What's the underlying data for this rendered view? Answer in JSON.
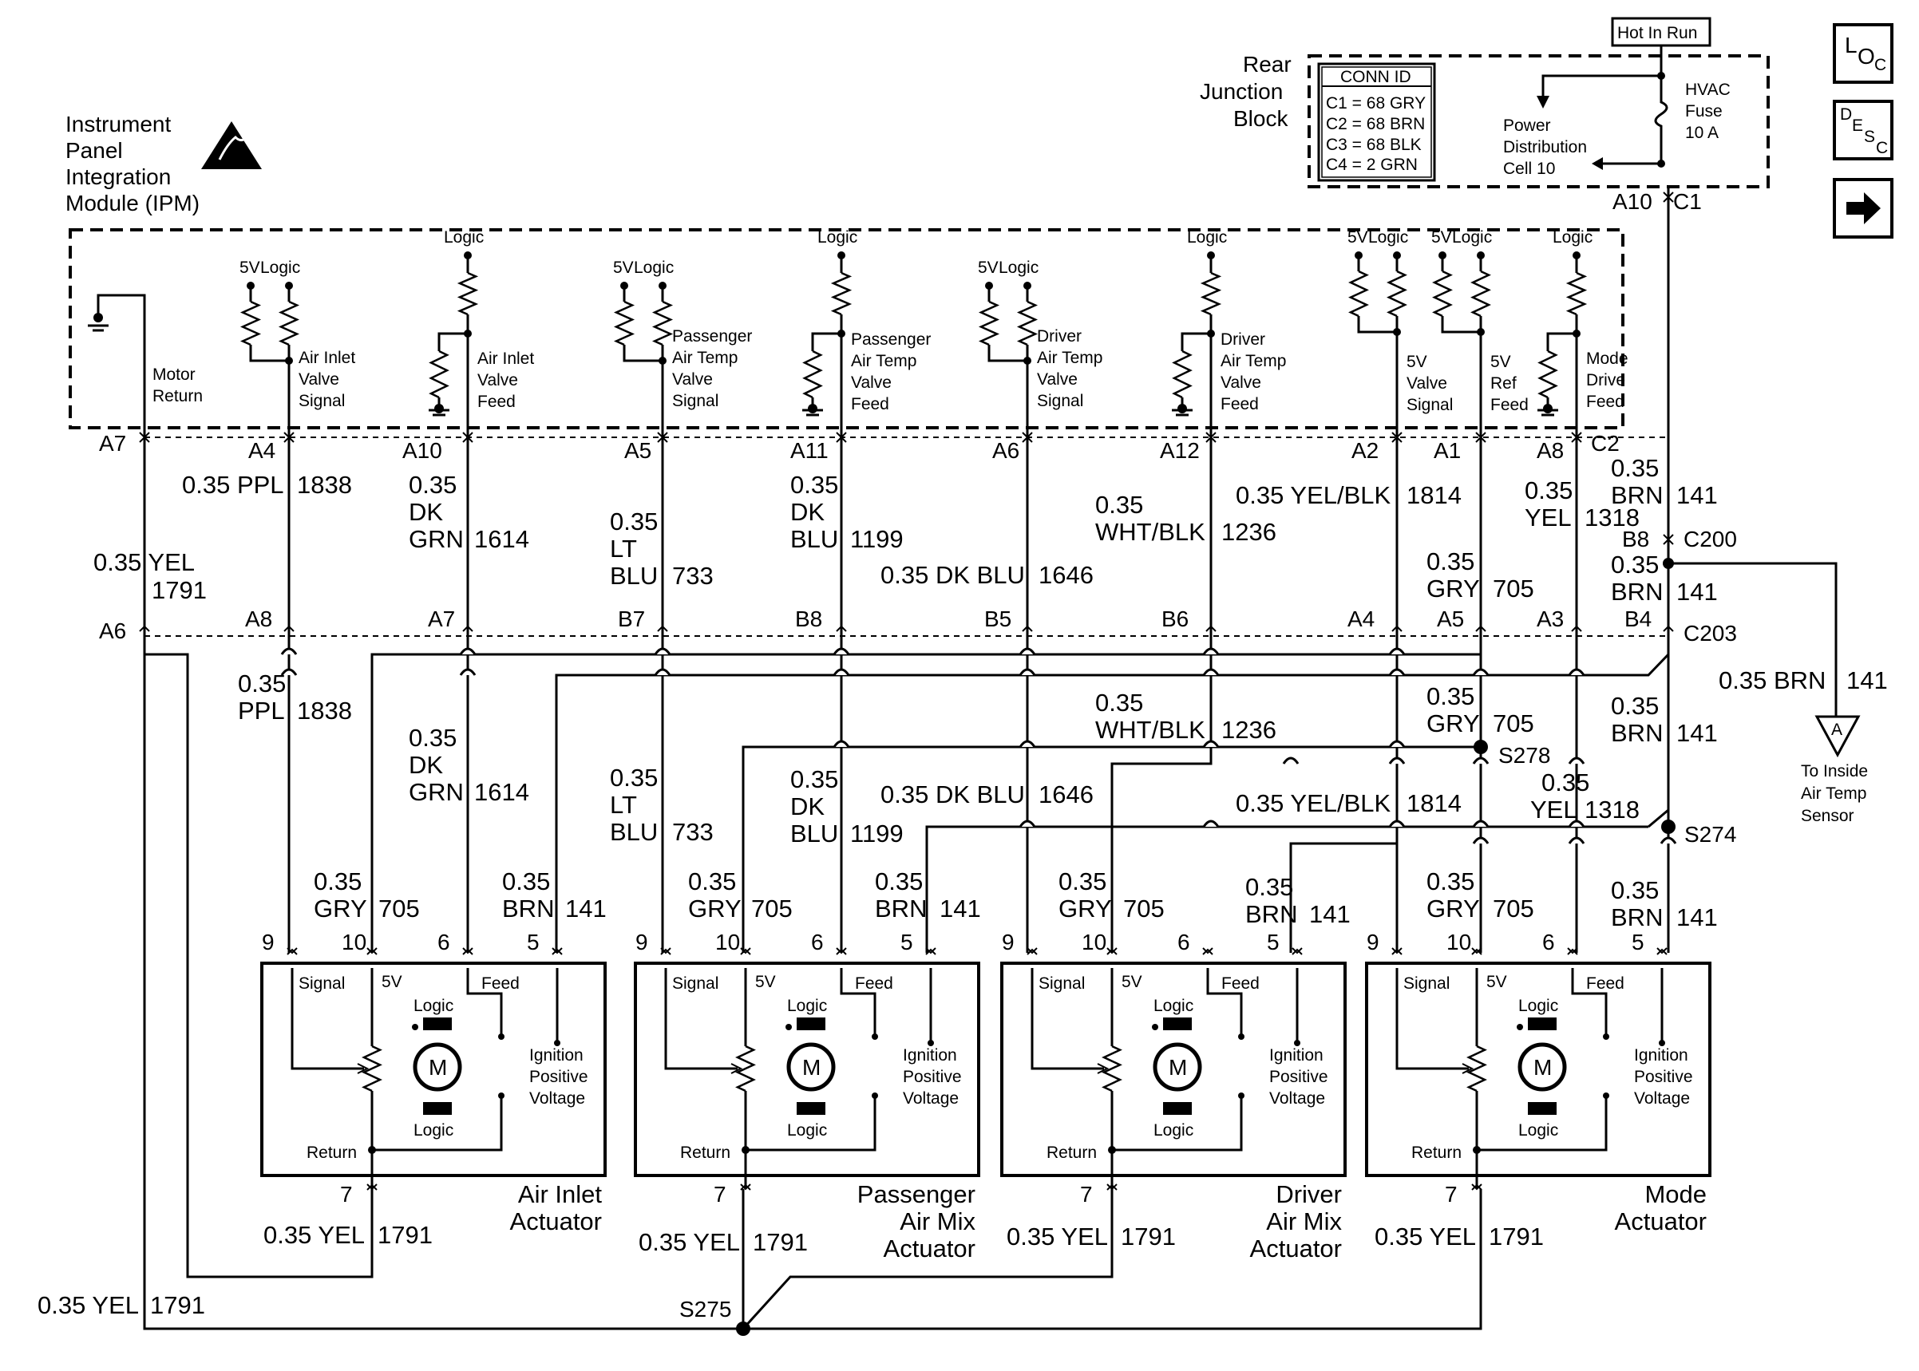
{
  "module": {
    "name_lines": [
      "Instrument",
      "Panel",
      "Integration",
      "Module (IPM)"
    ],
    "motor_return": [
      "Motor",
      "Return"
    ],
    "circuits": [
      {
        "pin": "A4",
        "name": [
          "Air Inlet",
          "Valve",
          "Signal"
        ],
        "sources": [
          "5V",
          "Logic"
        ]
      },
      {
        "pin": "A10",
        "name": [
          "Air Inlet",
          "Valve",
          "Feed"
        ],
        "sources": [
          "Logic"
        ]
      },
      {
        "pin": "A5",
        "name": [
          "Passenger",
          "Air Temp",
          "Valve",
          "Signal"
        ],
        "sources": [
          "5V",
          "Logic"
        ]
      },
      {
        "pin": "A11",
        "name": [
          "Passenger",
          "Air Temp",
          "Valve",
          "Feed"
        ],
        "sources": [
          "Logic"
        ]
      },
      {
        "pin": "A6",
        "name": [
          "Driver",
          "Air Temp",
          "Valve",
          "Signal"
        ],
        "sources": [
          "5V",
          "Logic"
        ]
      },
      {
        "pin": "A12",
        "name": [
          "Driver",
          "Air Temp",
          "Valve",
          "Feed"
        ],
        "sources": [
          "Logic"
        ]
      },
      {
        "pin": "A2",
        "name": [
          "5V",
          "Valve",
          "Signal"
        ],
        "sources": [
          "5V",
          "Logic"
        ]
      },
      {
        "pin": "A1",
        "name": [
          "5V",
          "Ref",
          "Feed"
        ],
        "sources": [
          "5V",
          "Logic"
        ]
      },
      {
        "pin": "A8",
        "name": [
          "Mode",
          "Drive",
          "Feed"
        ],
        "sources": [
          "Logic"
        ]
      }
    ]
  },
  "junction_block": {
    "title_lines": [
      "Rear",
      "Junction",
      "Block"
    ],
    "conn_id_title": "CONN ID",
    "conn_ids": [
      "C1 = 68 GRY",
      "C2 = 68 BRN",
      "C3 = 68 BLK",
      "C4 = 2 GRN"
    ],
    "hot_in_run": "Hot In Run",
    "fuse_lines": [
      "HVAC",
      "Fuse",
      "10 A"
    ],
    "power_dist_lines": [
      "Power",
      "Distribution",
      "Cell 10"
    ],
    "out_pin": "A10",
    "out_conn": "C1"
  },
  "connectors": {
    "c2": "C2",
    "c200": "C200",
    "c203": "C203",
    "ipm_pins": [
      "A7",
      "A4",
      "A10",
      "A5",
      "A11",
      "A6",
      "A12",
      "A2",
      "A1",
      "A8"
    ],
    "c200_pin": "B8",
    "c203_pins": [
      "A6",
      "A8",
      "A7",
      "B7",
      "B8",
      "B5",
      "B6",
      "A4",
      "A5",
      "A3",
      "B4"
    ]
  },
  "splices": {
    "s278": "S278",
    "s274": "S274",
    "s275": "S275"
  },
  "wires": {
    "w1791": "0.35 YEL",
    "n1791": "1791",
    "w1838": "0.35 PPL",
    "n1838": "1838",
    "w1614a": "0.35",
    "w1614b": "DK",
    "w1614c": "GRN",
    "n1614": "1614",
    "w733a": "0.35",
    "w733b": "LT",
    "w733c": "BLU",
    "n733": "733",
    "w1199a": "0.35",
    "w1199b": "DK",
    "w1199c": "BLU",
    "n1199": "1199",
    "w1646": "0.35 DK BLU",
    "n1646": "1646",
    "w1236a": "0.35",
    "w1236b": "WHT/BLK",
    "n1236": "1236",
    "w1814": "0.35 YEL/BLK",
    "n1814": "1814",
    "w705a": "0.35",
    "w705b": "GRY",
    "n705": "705",
    "w1318a": "0.35",
    "w1318b": "YEL",
    "n1318": "1318",
    "w141a": "0.35",
    "w141b": "BRN",
    "n141": "141",
    "w141h": "0.35 BRN"
  },
  "sensor": {
    "symbol": "A",
    "lines": [
      "To Inside",
      "Air Temp",
      "Sensor"
    ]
  },
  "actuator_pins": [
    "9",
    "10",
    "6",
    "5",
    "7"
  ],
  "actuator_labels": {
    "signal": "Signal",
    "v5": "5V",
    "feed": "Feed",
    "logic": "Logic",
    "return": "Return",
    "ignition": [
      "Ignition",
      "Positive",
      "Voltage"
    ],
    "motor": "M"
  },
  "actuators": [
    {
      "name": [
        "Air Inlet",
        "Actuator"
      ]
    },
    {
      "name": [
        "Passenger",
        "Air Mix",
        "Actuator"
      ]
    },
    {
      "name": [
        "Driver",
        "Air Mix",
        "Actuator"
      ]
    },
    {
      "name": [
        "Mode",
        "Actuator"
      ]
    }
  ],
  "nav": {
    "loc": [
      "L",
      "O",
      "C"
    ],
    "desc": [
      "D",
      "E",
      "S",
      "C"
    ],
    "next": "➔"
  }
}
